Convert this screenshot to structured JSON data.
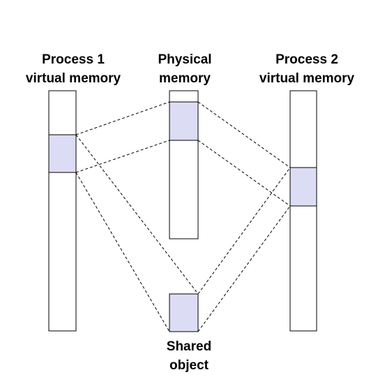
{
  "labels": {
    "process1": [
      "Process 1",
      "virtual memory"
    ],
    "physical": [
      "Physical",
      "memory"
    ],
    "process2": [
      "Process 2",
      "virtual memory"
    ],
    "shared": [
      "Shared",
      "object"
    ]
  },
  "colors": {
    "region_fill": "#dcdcf4",
    "stroke": "#000000",
    "background": "#ffffff"
  }
}
